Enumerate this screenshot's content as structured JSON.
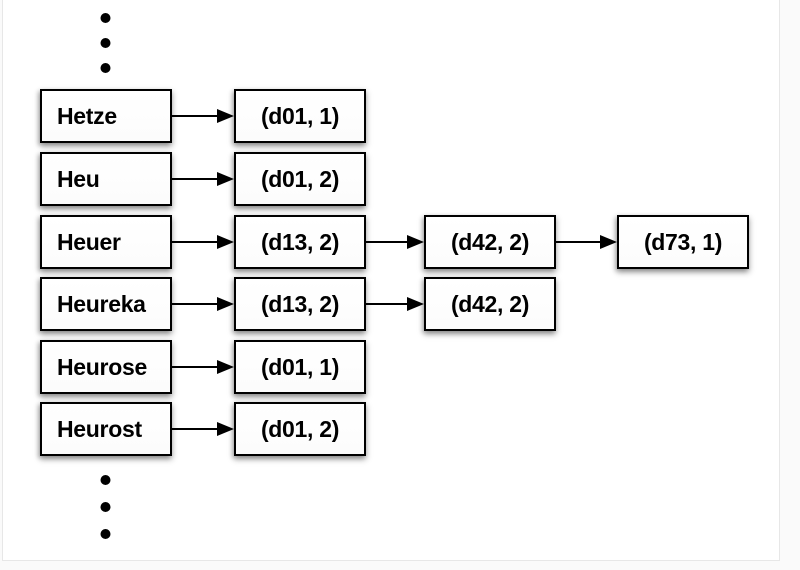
{
  "diagram": {
    "rows": [
      {
        "term": "Hetze",
        "postings": [
          "(d01, 1)"
        ]
      },
      {
        "term": "Heu",
        "postings": [
          "(d01, 2)"
        ]
      },
      {
        "term": "Heuer",
        "postings": [
          "(d13, 2)",
          "(d42, 2)",
          "(d73, 1)"
        ]
      },
      {
        "term": "Heureka",
        "postings": [
          "(d13, 2)",
          "(d42, 2)"
        ]
      },
      {
        "term": "Heurose",
        "postings": [
          "(d01, 1)"
        ]
      },
      {
        "term": "Heurost",
        "postings": [
          "(d01, 2)"
        ]
      }
    ],
    "ellipsis": {
      "top_dots": 3,
      "bottom_dots": 3
    },
    "colors": {
      "box_border": "#000000",
      "box_fill": "#ffffff",
      "text": "#000000",
      "arrow": "#000000",
      "slide_background": "#ffffff",
      "page_background": "#fafafa"
    }
  }
}
